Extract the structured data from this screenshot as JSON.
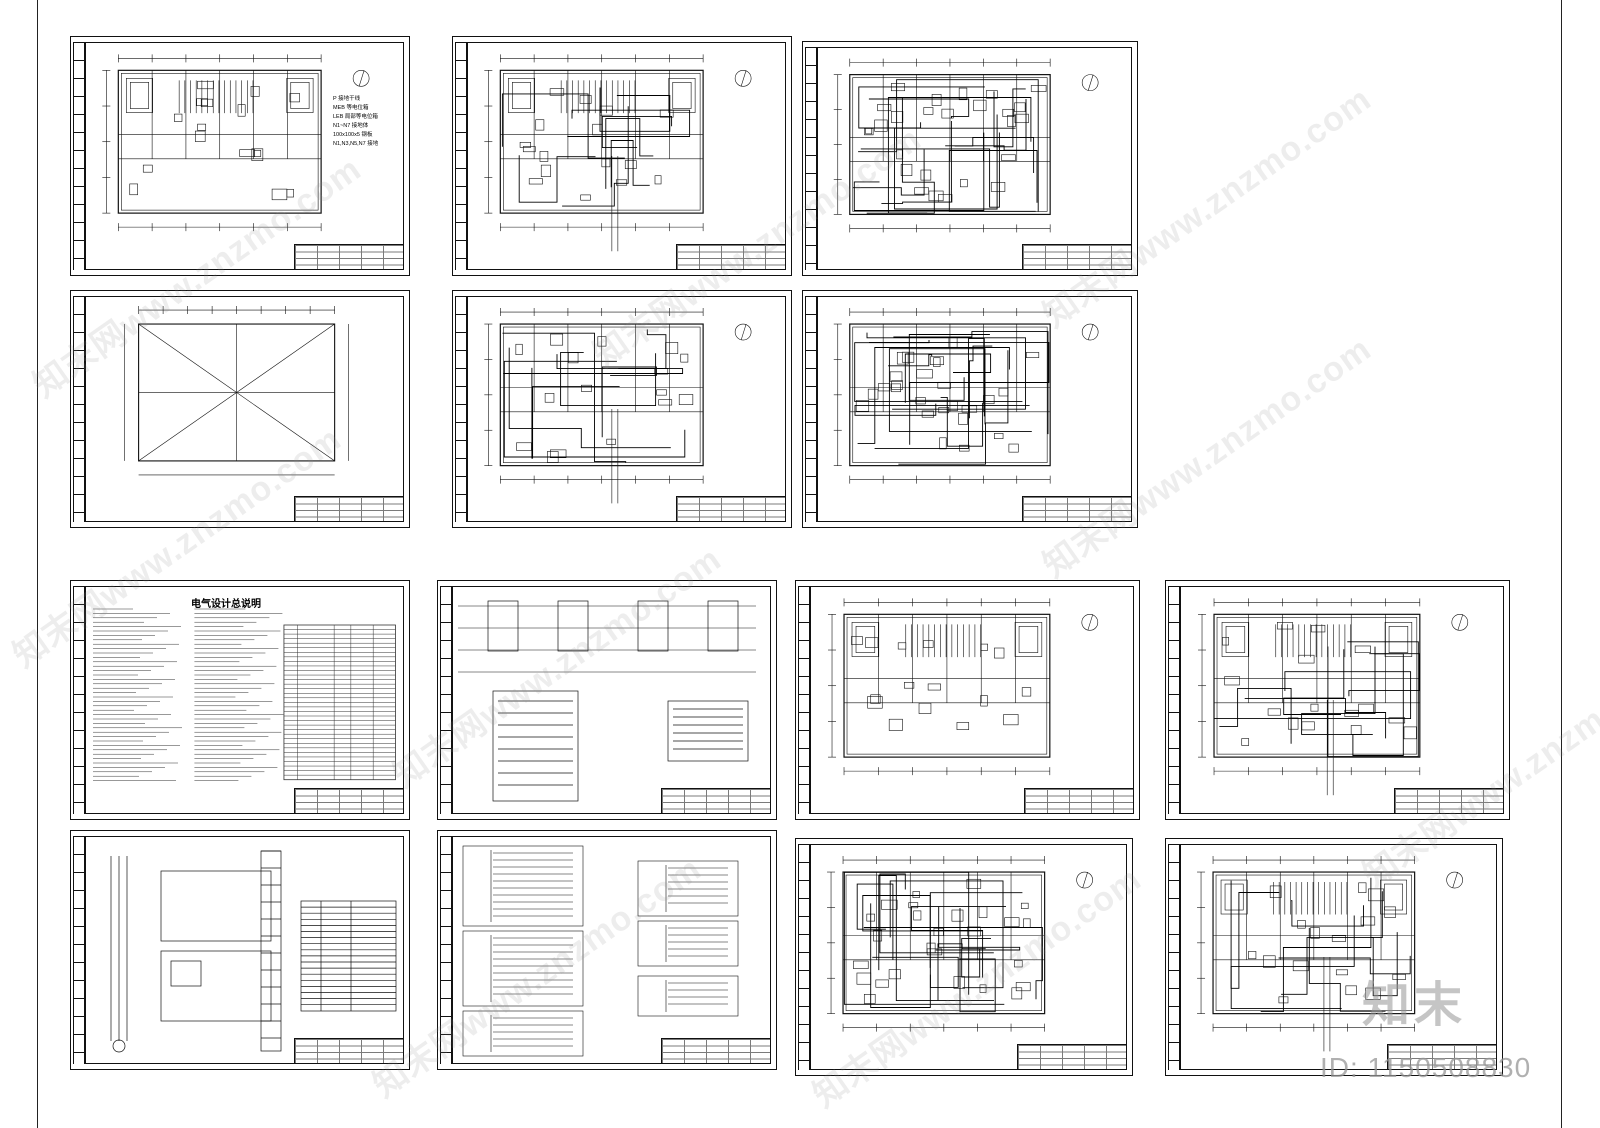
{
  "watermark_text": "知末网www.znzmo.com",
  "brand": {
    "logo_text": "知末",
    "id_text": "ID: 1150508830"
  },
  "sheets": {
    "s1": {
      "title": "",
      "titleblock": ""
    },
    "s2": {
      "title": "",
      "titleblock": ""
    },
    "s3": {
      "title": "",
      "titleblock": ""
    },
    "s4": {
      "title": "",
      "titleblock": ""
    },
    "s5": {
      "title": "",
      "titleblock": ""
    },
    "s6": {
      "title": "",
      "titleblock": ""
    },
    "s7": {
      "title": "电气设计总说明",
      "titleblock": ""
    },
    "s8": {
      "title": "",
      "titleblock": ""
    },
    "s9": {
      "title": "",
      "titleblock": ""
    },
    "s10": {
      "title": "",
      "titleblock": ""
    },
    "s11": {
      "title": "",
      "titleblock": ""
    },
    "s12": {
      "title": "",
      "titleblock": ""
    },
    "s13": {
      "title": "",
      "titleblock": ""
    },
    "s14": {
      "title": "",
      "titleblock": ""
    }
  },
  "legend_s1": {
    "l1": "P  接地干线",
    "l2": "MEB 等电位箱",
    "l3": "LEB 局部等电位箱",
    "l4": "N1~N7  接地体",
    "l5": "100x100x5 钢板",
    "l6": "N1,N3,N5,N7 接地"
  }
}
